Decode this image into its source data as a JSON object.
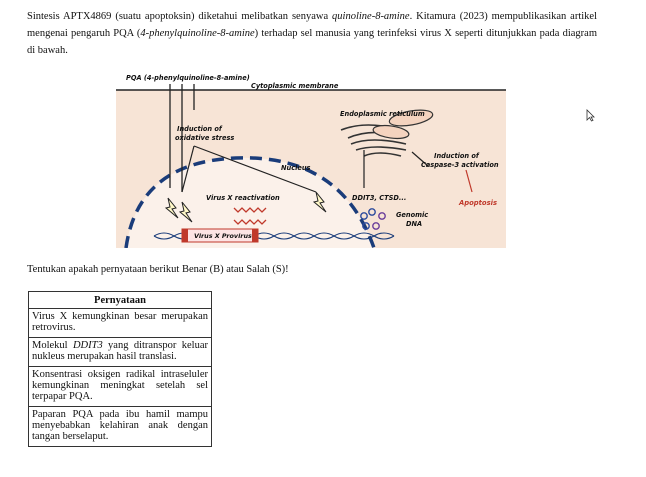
{
  "intro": {
    "p1": "Sintesis APTX4869 (suatu apoptoksin) diketahui melibatkan senyawa ",
    "compound": "quinoline-8-amine",
    "p2": ". Kitamura (2023) mempublikasikan artikel mengenai pengaruh PQA (",
    "compound2": "4-phenylquinoline-8-amine",
    "p3": ") terhadap sel manusia yang terinfeksi virus X seperti ditunjukkan pada diagram di bawah."
  },
  "diagram": {
    "pqa": "PQA (4-phenylquinoline-8-amine)",
    "cyto": "Cytoplasmic membrane",
    "er": "Endoplasmic reticulum",
    "oxid1": "Induction of",
    "oxid2": "oxidative stress",
    "nucleus": "Nucleus",
    "casp1": "Induction of",
    "casp2": "Caspase-3 activation",
    "apoptosis": "Apoptosis",
    "reactivation": "Virus X reactivation",
    "ddit": "DDIT3, CTSD...",
    "genomic1": "Genomic",
    "genomic2": "DNA",
    "provirus": "Virus X Provirus"
  },
  "question": "Tentukan apakah pernyataan berikut Benar (B) atau Salah (S)!",
  "table": {
    "header": "Pernyataan",
    "rows": [
      "Virus X kemungkinan besar merupakan retrovirus.",
      {
        "pre": "Molekul ",
        "em": "DDIT3",
        "post": " yang ditranspor keluar nukleus merupakan hasil translasi."
      },
      "Konsentrasi oksigen radikal intraseluler kemungkinan meningkat setelah sel terpapar PQA.",
      "Paparan PQA pada ibu hamil mampu menyebabkan kelahiran anak dengan tangan berselaput."
    ]
  }
}
